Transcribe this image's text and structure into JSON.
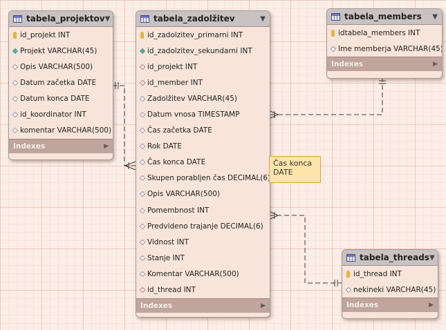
{
  "tables": {
    "projektov": {
      "title": "tabela_projektov",
      "columns": [
        {
          "name": "id_projekt INT",
          "icon": "primary-key-icon"
        },
        {
          "name": "Projekt VARCHAR(45)",
          "icon": "filled-diamond-icon"
        },
        {
          "name": "Opis VARCHAR(500)",
          "icon": "open-diamond-icon"
        },
        {
          "name": "Datum začetka DATE",
          "icon": "open-diamond-icon"
        },
        {
          "name": "Datum konca DATE",
          "icon": "open-diamond-icon"
        },
        {
          "name": "id_koordinator INT",
          "icon": "open-diamond-icon"
        },
        {
          "name": "komentar VARCHAR(500)",
          "icon": "open-diamond-icon"
        }
      ],
      "footer": "Indexes"
    },
    "zadolzitev": {
      "title": "tabela_zadolžitev",
      "columns": [
        {
          "name": "id_zadolzitev_primarni INT",
          "icon": "primary-key-icon"
        },
        {
          "name": "id_zadolzitev_sekundarni INT",
          "icon": "filled-diamond-icon"
        },
        {
          "name": "id_projekt INT",
          "icon": "foreign-key-diamond-icon"
        },
        {
          "name": "id_member INT",
          "icon": "foreign-key-diamond-icon"
        },
        {
          "name": "Zadolžitev VARCHAR(45)",
          "icon": "open-diamond-icon"
        },
        {
          "name": "Datum vnosa TIMESTAMP",
          "icon": "open-diamond-icon"
        },
        {
          "name": "Čas začetka DATE",
          "icon": "open-diamond-icon"
        },
        {
          "name": "Rok DATE",
          "icon": "open-diamond-icon"
        },
        {
          "name": "Čas konca DATE",
          "icon": "open-diamond-icon"
        },
        {
          "name": "Skupen porabljen čas DECIMAL(6)",
          "icon": "open-diamond-icon"
        },
        {
          "name": "Opis VARCHAR(500)",
          "icon": "open-diamond-icon"
        },
        {
          "name": "Pomembnost INT",
          "icon": "open-diamond-icon"
        },
        {
          "name": "Predvideno trajanje DECIMAL(6)",
          "icon": "open-diamond-icon"
        },
        {
          "name": "Vidnost INT",
          "icon": "open-diamond-icon"
        },
        {
          "name": "Stanje INT",
          "icon": "open-diamond-icon"
        },
        {
          "name": "Komentar VARCHAR(500)",
          "icon": "open-diamond-icon"
        },
        {
          "name": "id_thread INT",
          "icon": "foreign-key-diamond-icon"
        }
      ],
      "footer": "Indexes"
    },
    "members": {
      "title": "tabela_members",
      "columns": [
        {
          "name": "idtabela_members INT",
          "icon": "primary-key-icon"
        },
        {
          "name": "Ime memberja VARCHAR(45)",
          "icon": "open-diamond-icon"
        }
      ],
      "footer": "Indexes"
    },
    "threads": {
      "title": "tabela_threads",
      "columns": [
        {
          "name": "id_thread INT",
          "icon": "primary-key-icon"
        },
        {
          "name": "nekineki VARCHAR(45)",
          "icon": "open-diamond-icon"
        }
      ],
      "footer": "Indexes"
    }
  },
  "note": {
    "line1": "Čas konca",
    "line2": "DATE"
  },
  "colors": {
    "canvas": "#fbeee6",
    "table_body": "#f7e4da",
    "table_header": "#c9c2c2",
    "footer": "#bfa59e",
    "note": "#fde4a8"
  }
}
